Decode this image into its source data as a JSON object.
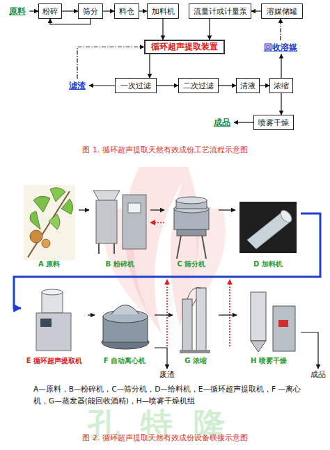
{
  "diagram": {
    "nodes": [
      {
        "text": [
          "原料"
        ]
      },
      {
        "text": [
          "粉碎"
        ]
      },
      {
        "text": [
          "筛分"
        ]
      },
      {
        "text": [
          "料仓"
        ]
      },
      {
        "text": [
          "加料机"
        ]
      },
      {
        "text": [
          "流量计或计量泵"
        ]
      },
      {
        "text": [
          "溶媒储罐"
        ]
      },
      {
        "text": [
          "循环超声提取装置"
        ]
      },
      {
        "text": [
          "回收溶媒"
        ]
      },
      {
        "text": [
          "滤渣"
        ]
      },
      {
        "text": [
          "一次过滤"
        ]
      },
      {
        "text": [
          "二次过滤"
        ]
      },
      {
        "text": [
          "清液"
        ]
      },
      {
        "text": [
          "浓缩"
        ]
      },
      {
        "text": [
          "成品"
        ]
      },
      {
        "text": [
          "喷雾干燥"
        ]
      },
      {
        "text": [
          "A 原料"
        ]
      },
      {
        "text": [
          "B 粉碎机"
        ]
      },
      {
        "text": [
          "C 筛分机"
        ]
      },
      {
        "text": [
          "D 加料机"
        ]
      },
      {
        "text": [
          "E 循环超声提取机"
        ]
      },
      {
        "text": [
          "F 自动离心机"
        ]
      },
      {
        "text": [
          "G 浓缩"
        ]
      },
      {
        "text": [
          "H 喷雾干燥"
        ]
      },
      {
        "text": [
          "废渣"
        ]
      },
      {
        "text": [
          "成品"
        ]
      }
    ],
    "edges": [
      {
        "from": 0,
        "to": 1,
        "arrow": "to"
      },
      {
        "from": 1,
        "to": 2,
        "arrow": "to"
      },
      {
        "from": 2,
        "to": 1,
        "arrow": "to"
      },
      {
        "from": 2,
        "to": 3,
        "arrow": "to"
      },
      {
        "from": 3,
        "to": 4,
        "arrow": "to"
      },
      {
        "from": 6,
        "to": 5,
        "arrow": "to"
      },
      {
        "from": 4,
        "to": 7,
        "arrow": "to"
      },
      {
        "from": 5,
        "to": 7,
        "arrow": "to"
      },
      {
        "from": 9,
        "to": 7,
        "arrow": "to"
      },
      {
        "from": 7,
        "to": 10,
        "arrow": "to"
      },
      {
        "from": 10,
        "to": 9,
        "arrow": "to"
      },
      {
        "from": 10,
        "to": 11,
        "arrow": "to"
      },
      {
        "from": 11,
        "to": 12,
        "arrow": "to"
      },
      {
        "from": 12,
        "to": 13,
        "arrow": "to"
      },
      {
        "from": 13,
        "to": 8,
        "arrow": "to"
      },
      {
        "from": 8,
        "to": 6,
        "arrow": "to"
      },
      {
        "from": 13,
        "to": 15,
        "arrow": "to"
      },
      {
        "from": 15,
        "to": 14,
        "arrow": "to"
      },
      {
        "from": 16,
        "to": 17,
        "arrow": "to"
      },
      {
        "from": 17,
        "to": 18,
        "arrow": "to"
      },
      {
        "from": 18,
        "to": 17,
        "arrow": "to"
      },
      {
        "from": 18,
        "to": 19,
        "arrow": "to"
      },
      {
        "from": 19,
        "to": 20,
        "arrow": "to"
      },
      {
        "from": 20,
        "to": 21,
        "arrow": "to"
      },
      {
        "from": 21,
        "to": 22,
        "arrow": "to"
      },
      {
        "from": 22,
        "to": 23,
        "arrow": "to"
      },
      {
        "from": 23,
        "to": 25,
        "arrow": "to"
      },
      {
        "from": 21,
        "to": 24,
        "arrow": "to"
      }
    ],
    "labels": [
      "图 1. 循环超声提取天然有效成份工艺流程示意图",
      "A—原料，B—粉碎机，C—筛分机，D—给料机，E—循环超声提取机，F —离心机，G—蒸发器(能回收酒精)，H—喷雾干燥机组",
      "孔特隆",
      "图 2. 循环超声提取天然有效成份设备联接示意图"
    ]
  }
}
